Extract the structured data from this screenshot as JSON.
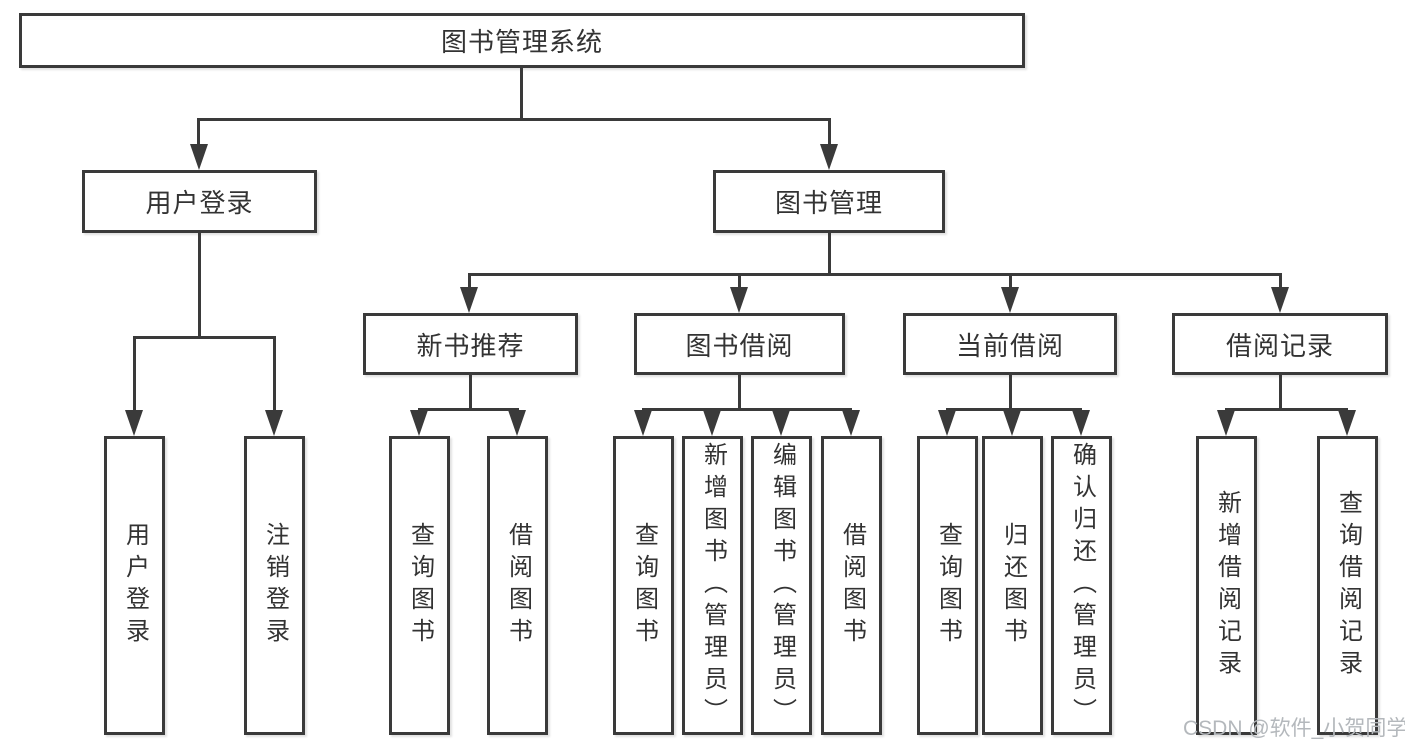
{
  "diagram": {
    "root": "图书管理系统",
    "user_branch": {
      "label": "用户登录",
      "leaves": [
        "用户登录",
        "注销登录"
      ]
    },
    "book_branch": {
      "label": "图书管理",
      "sections": [
        {
          "label": "新书推荐",
          "leaves": [
            "查询图书",
            "借阅图书"
          ]
        },
        {
          "label": "图书借阅",
          "leaves": [
            "查询图书",
            "新增图书（管理员）",
            "编辑图书（管理员）",
            "借阅图书"
          ]
        },
        {
          "label": "当前借阅",
          "leaves": [
            "查询图书",
            "归还图书",
            "确认归还（管理员）"
          ]
        },
        {
          "label": "借阅记录",
          "leaves": [
            "新增借阅记录",
            "查询借阅记录"
          ]
        }
      ]
    },
    "watermark": "CSDN @软件_小贺同学",
    "colors": {
      "line": "#3a3a3a",
      "text": "#333333",
      "watermark": "#b4b8bc",
      "background": "#ffffff"
    }
  }
}
